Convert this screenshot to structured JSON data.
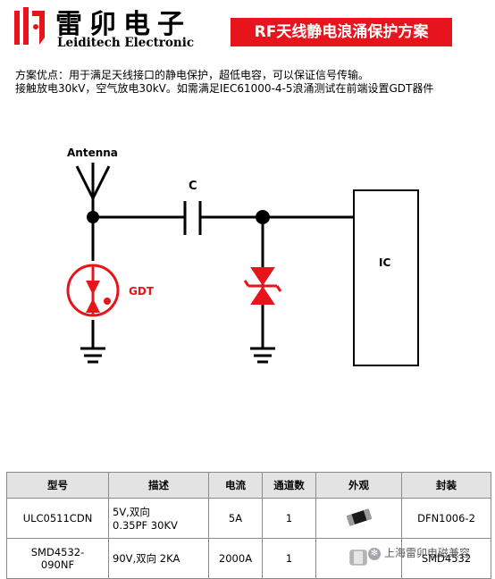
{
  "header": {
    "brand_cn": "雷卯电子",
    "brand_en": "Leiditech Electronic",
    "title": "RF天线静电浪涌保护方案",
    "logo_color": "#e8141b"
  },
  "description": {
    "line1": "方案优点：用于满足天线接口的静电保护，超低电容，可以保证信号传输。",
    "line2": "接触放电30kV，空气放电30kV。如需满足IEC61000-4-5浪涌测试在前端设置GDT器件"
  },
  "diagram": {
    "antenna_label": "Antenna",
    "capacitor_label": "C",
    "gdt_label": "GDT",
    "ic_label": "IC",
    "accent_color": "#e8141b"
  },
  "table": {
    "headers": [
      "型号",
      "描述",
      "电流",
      "通道数",
      "外观",
      "封装"
    ],
    "rows": [
      {
        "model": "ULC0511CDN",
        "desc_line1": "5V,双向",
        "desc_line2": "0.35PF  30KV",
        "current": "5A",
        "channels": "1",
        "appearance_icon": "dfn-chip-icon",
        "package": "DFN1006-2"
      },
      {
        "model_line1": "SMD4532-",
        "model_line2": "090NF",
        "desc": "90V,双向 2KA",
        "current": "2000A",
        "channels": "1",
        "appearance_icon": "smd-chip-icon",
        "package": "SMD4532"
      }
    ]
  },
  "watermark": {
    "text": "上海雷卯电磁兼容"
  }
}
